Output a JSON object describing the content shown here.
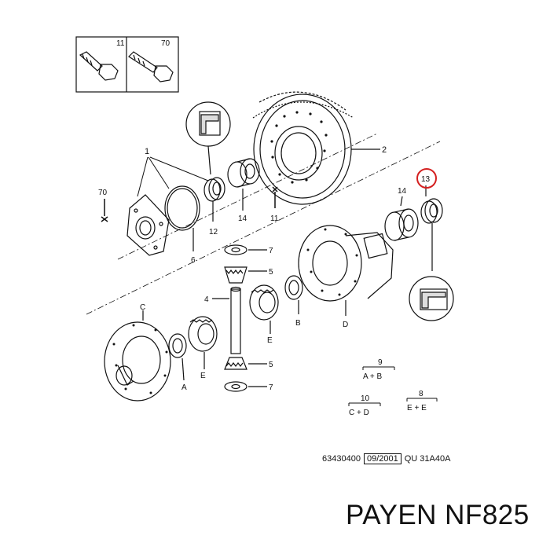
{
  "labels": {
    "bolt_a": "11",
    "bolt_b": "70",
    "item_1": "1",
    "item_2": "2",
    "item_70": "70",
    "item_12": "12",
    "item_14_left": "14",
    "item_11": "11",
    "item_6": "6",
    "item_7_top": "7",
    "item_5_top": "5",
    "item_4": "4",
    "item_5_bottom": "5",
    "item_7_bottom": "7",
    "item_14_right": "14",
    "item_13": "13",
    "letter_c": "C",
    "letter_a": "A",
    "letter_e_left": "E",
    "letter_e_mid": "E",
    "letter_b": "B",
    "letter_d": "D"
  },
  "legend": {
    "kit_9": {
      "number": "9",
      "formula": "A + B"
    },
    "kit_10": {
      "number": "10",
      "formula": "C + D"
    },
    "kit_8": {
      "number": "8",
      "formula": "E + E"
    }
  },
  "reference": {
    "code": "63430400",
    "date": "09/2001",
    "model": "QU 31A40A"
  },
  "brand": "PAYEN NF825",
  "highlight_color": "#d42020"
}
